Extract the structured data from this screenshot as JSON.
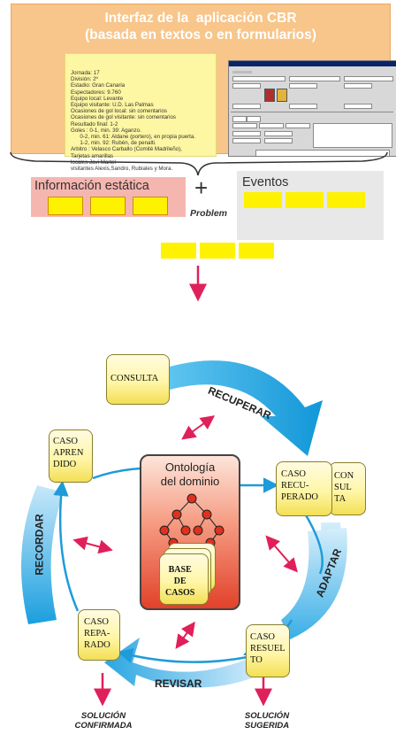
{
  "top_panel": {
    "title": "Interfaz de la  aplicación CBR\n(basada en textos o en formularios)"
  },
  "match_report": {
    "lines": [
      "Jornada: 17",
      "División: 2º",
      "Estadio: Gran Canaria",
      "Espectadores: 9.760",
      "Equipo local: Levante",
      "Equipo visitante: U.D. Las Palmas",
      "Ocasiones de gol local: sin comentarios",
      "Ocasiones de gol visitante: sin comentarios",
      "Resultado final: 1-2",
      "Goles : 0-1, min. 39: Aganzo.",
      "      0-2, min. 61: Aldane (portero), en propia puerta.",
      "      1-2, min. 92: Rubén, de penalti.",
      "Arbitro : Velasco Carballo (Comité Madrileño),",
      "Tarjetas amarillas",
      "locales Javi Martel",
      "visitantes Alexis,Sandro, Rubiales y Mora."
    ]
  },
  "problem": {
    "static_info_label": "Información estática",
    "plus": "+",
    "events_label": "Eventos",
    "problem_label": "Problem"
  },
  "cycle": {
    "consulta": "CONSULTA",
    "caso_aprendido": "CASO\nAPREN\nDIDO",
    "caso_recuperado": "CASO\nRECU-\nPERADO",
    "consulta_small": "CON\nSUL\nTA",
    "caso_resuelto": "CASO\nRESUEL\nTO",
    "caso_reparado": "CASO\nREPA-\nRADO",
    "ontology_title": "Ontología\ndel dominio",
    "base_casos": "BASE\nDE\nCASOS",
    "stages": {
      "recuperar": "RECUPERAR",
      "adaptar": "ADAPTAR",
      "revisar": "REVISAR",
      "recordar": "RECORDAR"
    },
    "outcomes": {
      "confirmada": "SOLUCIÓN\nCONFIRMADA",
      "sugerida": "SOLUCIÓN\nSUGERIDA"
    }
  },
  "colors": {
    "panel": "#f8c58a",
    "note": "#fdf6a2",
    "yellow_slot": "#fff200",
    "arrow_pink": "#e0205a",
    "cycle_blue": "#1ea6e0"
  }
}
